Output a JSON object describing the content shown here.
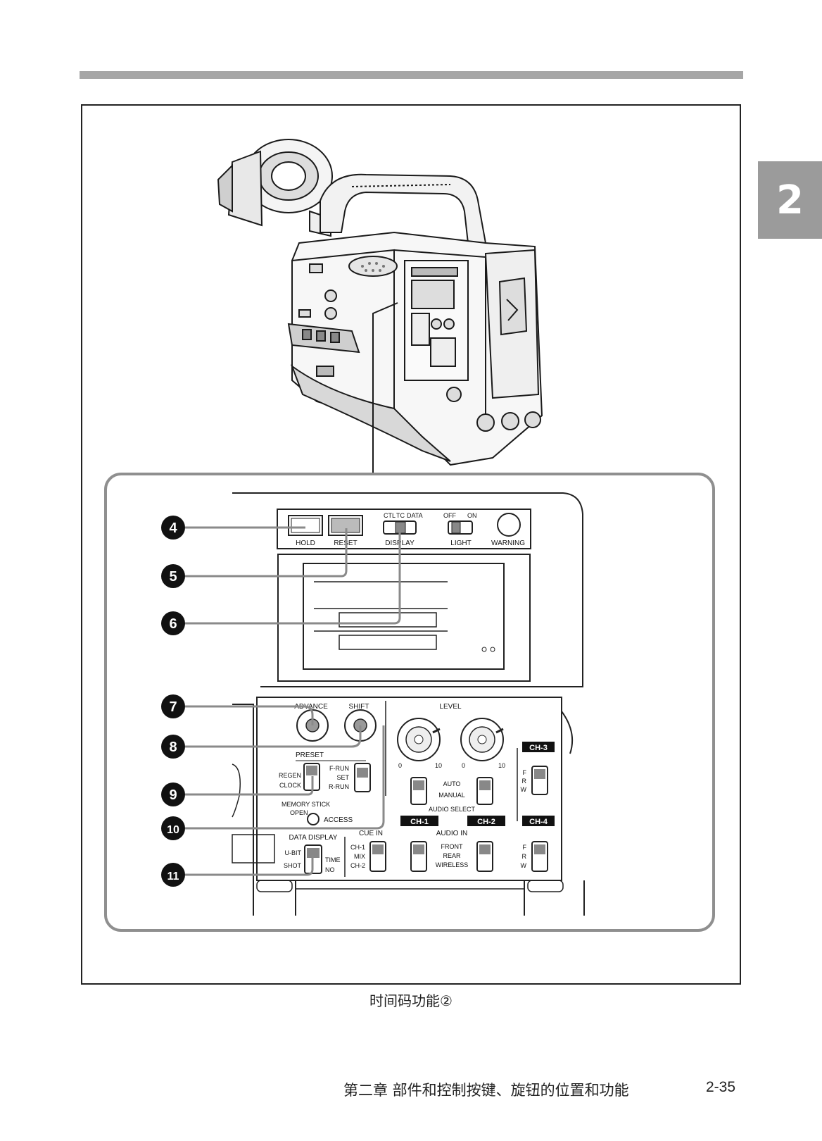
{
  "chapter_tab": "2",
  "caption": "时间码功能②",
  "footer": {
    "chapter_title": "第二章  部件和控制按键、旋钮的位置和功能",
    "page_number": "2-35"
  },
  "callouts": [
    "4",
    "5",
    "6",
    "7",
    "8",
    "9",
    "10",
    "11"
  ],
  "panel": {
    "hold": "HOLD",
    "reset": "RESET",
    "display_options": [
      "CTL",
      "TC",
      "DATA"
    ],
    "display": "DISPLAY",
    "light_options": [
      "OFF",
      "ON"
    ],
    "light": "LIGHT",
    "warning": "WARNING",
    "advance": "ADVANCE",
    "shift": "SHIFT",
    "preset": "PRESET",
    "regen": "REGEN",
    "clock": "CLOCK",
    "f_run": "F-RUN",
    "set": "SET",
    "r_run": "R-RUN",
    "memory_stick": "MEMORY STICK",
    "open": "OPEN",
    "access": "ACCESS",
    "data_display": "DATA DISPLAY",
    "u_bit": "U-BIT",
    "shot": "SHOT",
    "time": "TIME",
    "no": "NO",
    "level": "LEVEL",
    "dial_min": "0",
    "dial_max": "10",
    "auto": "AUTO",
    "manual": "MANUAL",
    "audio_select": "AUDIO SELECT",
    "ch1": "CH-1",
    "ch2": "CH-2",
    "ch3": "CH-3",
    "ch4": "CH-4",
    "cue_in": "CUE IN",
    "cue_ch1": "CH-1",
    "cue_mix": "MIX",
    "cue_ch2": "CH-2",
    "audio_in": "AUDIO IN",
    "front": "FRONT",
    "rear": "REAR",
    "wireless": "WIRELESS",
    "f": "F",
    "r": "R",
    "w": "W"
  },
  "colors": {
    "rule_gray": "#a6a6a6",
    "tab_gray": "#9b9b9b",
    "ink": "#1a1a1a"
  }
}
